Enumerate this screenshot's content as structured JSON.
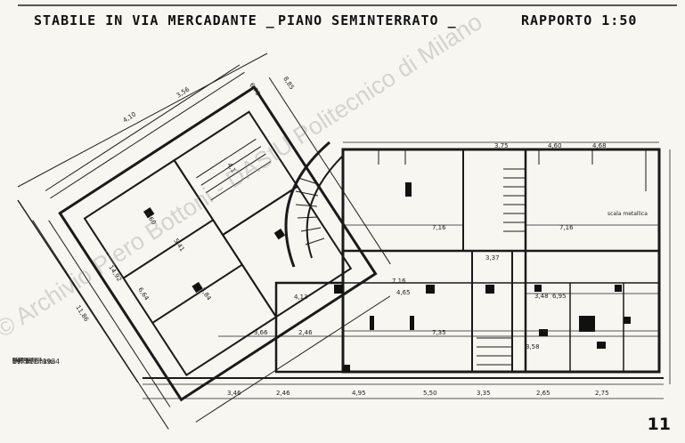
{
  "header": {
    "building": "STABILE IN VIA MERCADANTE _",
    "floor": "PIANO SEMINTERRATO _",
    "scale": "RAPPORTO 1:50"
  },
  "stamp": {
    "date": "29 DIC 1934",
    "lines": [
      "UFFICIO EDILIZIO",
      "DI VERIFICA",
      "CIVILE 5.26",
      "UFFICIO TECNICO",
      "ESAMINATO",
      "VISTO"
    ],
    "code": "1895 AO4"
  },
  "watermark": "© Archivio Piero Bottoni - DAStU Politecnico di Milano",
  "sheet_number": "11",
  "dimensions": {
    "top_left_wing": [
      "4,10",
      "3,56",
      "6,75",
      "8,85",
      "4,1"
    ],
    "left_wing": [
      "6,64",
      "5,41",
      "3,84",
      "4,60",
      "14,92",
      "11,86"
    ],
    "top_right": [
      "3,75",
      "4,60",
      "4,68"
    ],
    "bottom": [
      "3,46",
      "2,46",
      "4,95",
      "5,50",
      "3,35",
      "2,65",
      "2,75"
    ],
    "interior": [
      "7,16",
      "7,16",
      "4,65",
      "4,13",
      "3,66",
      "7,35",
      "2,46",
      "3,37",
      "3,48",
      "7,16"
    ]
  },
  "room_labels": [
    "scala metallica",
    "6,95",
    "3,58"
  ]
}
